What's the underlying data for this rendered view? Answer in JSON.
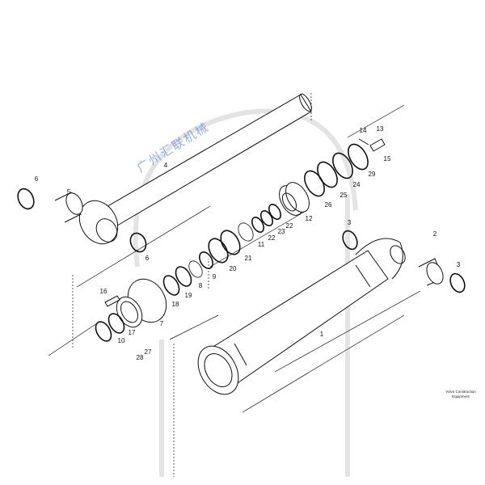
{
  "diagram": {
    "callouts": [
      "1",
      "2",
      "3",
      "3",
      "4",
      "5",
      "6",
      "6",
      "7",
      "8",
      "9",
      "10",
      "11",
      "12",
      "13",
      "14",
      "15",
      "16",
      "17",
      "18",
      "19",
      "20",
      "21",
      "22",
      "22",
      "23",
      "24",
      "25",
      "26",
      "27",
      "28",
      "29"
    ],
    "footer": {
      "line1": "Volvo Construction",
      "line2": "Equipment"
    },
    "watermark": {
      "text": "广州汇联机械",
      "color": "#4a6ec8"
    },
    "line_color": "#111111"
  }
}
